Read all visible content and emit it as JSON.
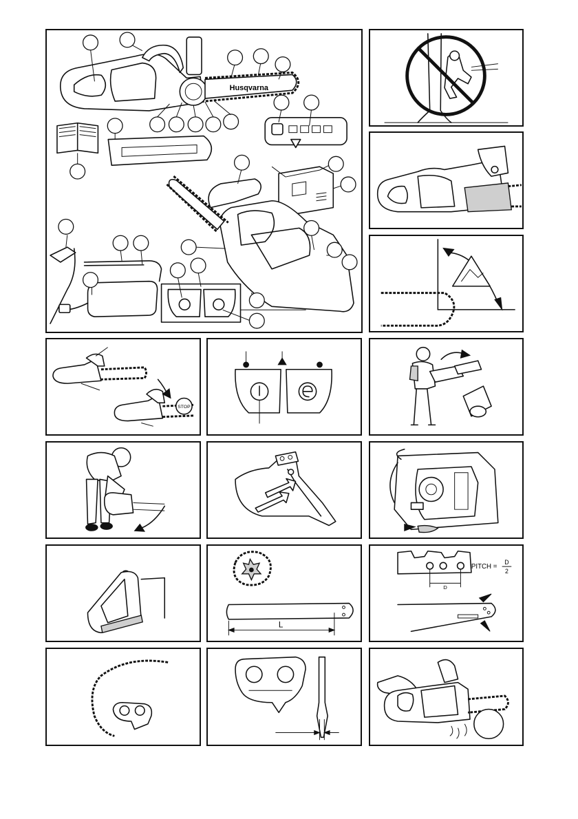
{
  "page": {
    "title": "Chainsaw illustration page",
    "brand_text": "Husqvarna"
  },
  "labels": {
    "stop": "STOP",
    "length": "L",
    "pitch_prefix": "PITCH =",
    "pitch_num": "D",
    "pitch_den": "2",
    "drive_d": "D"
  },
  "colors": {
    "ink": "#111111",
    "shade": "#cfcfcf",
    "paper": "#ffffff"
  }
}
